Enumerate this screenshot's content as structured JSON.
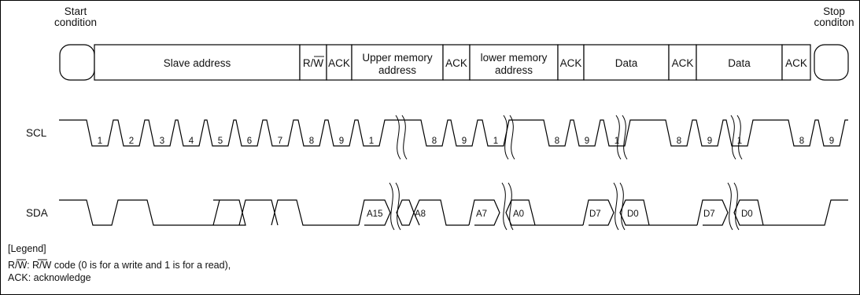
{
  "header": {
    "start_line1": "Start",
    "start_line2": "condition",
    "stop_line1": "Stop",
    "stop_line2": "conditon"
  },
  "frame": [
    {
      "line1": "Slave address"
    },
    {
      "line1": "R/W",
      "overline": true
    },
    {
      "line1": "ACK"
    },
    {
      "line1": "Upper memory",
      "line2": "address"
    },
    {
      "line1": "ACK"
    },
    {
      "line1": "lower memory",
      "line2": "address"
    },
    {
      "line1": "ACK"
    },
    {
      "line1": "Data"
    },
    {
      "line1": "ACK"
    },
    {
      "line1": "Data"
    },
    {
      "line1": "ACK"
    }
  ],
  "signals": {
    "scl_label": "SCL",
    "sda_label": "SDA",
    "scl_numbers": [
      "1",
      "2",
      "3",
      "4",
      "5",
      "6",
      "7",
      "8",
      "9",
      "1",
      "8",
      "9",
      "1",
      "8",
      "9",
      "1",
      "8",
      "9",
      "1",
      "8",
      "9"
    ],
    "sda_labels": [
      "A15",
      "A8",
      "A7",
      "A0",
      "D7",
      "D0",
      "D7",
      "D0"
    ]
  },
  "legend": {
    "title": "[Legend]",
    "rw_abbrev": "R/W",
    "rw_mid": ": R/",
    "rw_code": "W",
    "rw_desc": " code (0 is for a write and 1 is for a read),",
    "ack_line": "ACK: acknowledge"
  }
}
